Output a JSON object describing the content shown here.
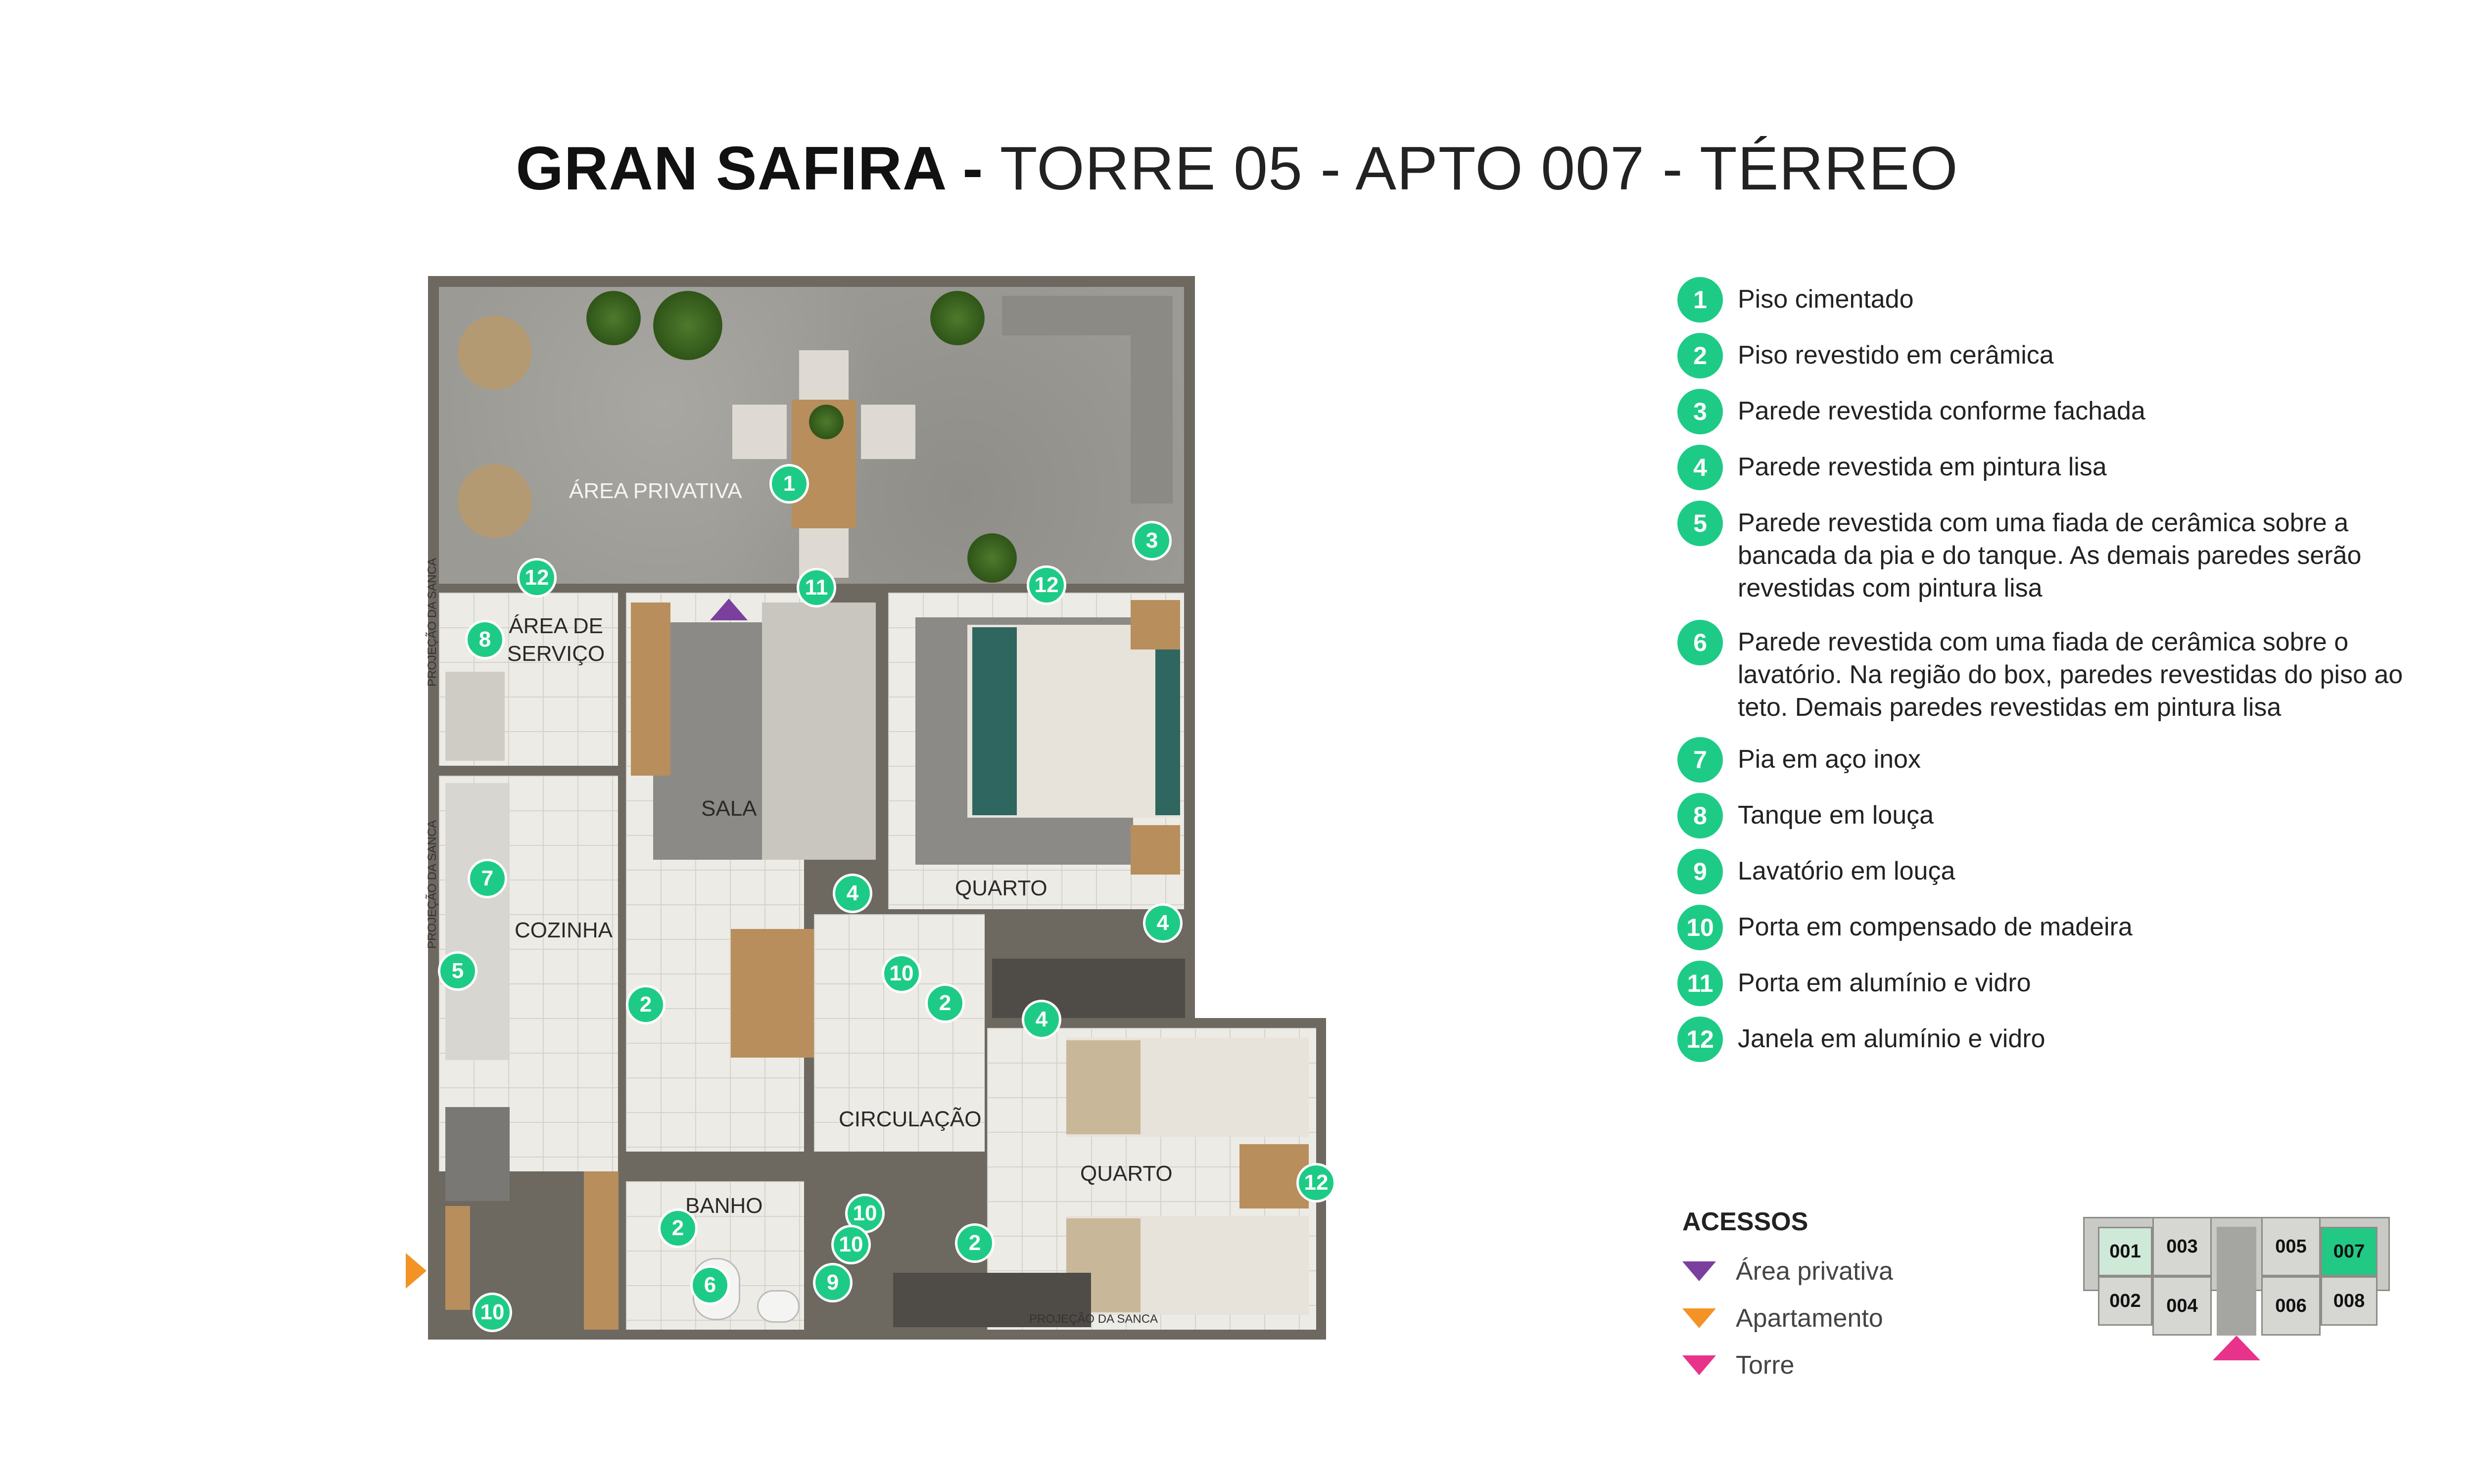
{
  "title": {
    "bold": "GRAN SAFIRA -",
    "light": " TORRE 05 - APTO 007 - TÉRREO"
  },
  "rooms": {
    "area_privativa": "ÁREA PRIVATIVA",
    "area_servico": "ÁREA DE\nSERVIÇO",
    "sala": "SALA",
    "quarto_1": "QUARTO",
    "cozinha": "COZINHA",
    "circulacao": "CIRCULAÇÃO",
    "quarto_2": "QUARTO",
    "banho": "BANHO",
    "projecao_1": "PROJEÇÃO DA SANCA",
    "projecao_2": "PROJEÇÃO DA SANCA",
    "projecao_3": "PROJEÇÃO DA SANCA"
  },
  "markers": {
    "m1": "1",
    "m3": "3",
    "m12a": "12",
    "m11": "11",
    "m12b": "12",
    "m8": "8",
    "m4a": "4",
    "m4b": "4",
    "m7": "7",
    "m5": "5",
    "m2a": "2",
    "m10a": "10",
    "m2b": "2",
    "m4c": "4",
    "m12c": "12",
    "m2c": "2",
    "m10b": "10",
    "m10c": "10",
    "m2d": "2",
    "m6": "6",
    "m9": "9",
    "m10d": "10"
  },
  "legend": [
    {
      "num": "1",
      "text": "Piso cimentado"
    },
    {
      "num": "2",
      "text": "Piso revestido em cerâmica"
    },
    {
      "num": "3",
      "text": "Parede revestida conforme fachada"
    },
    {
      "num": "4",
      "text": "Parede revestida em pintura lisa"
    },
    {
      "num": "5",
      "text": "Parede revestida com uma fiada de cerâmica sobre a bancada da pia e do tanque. As demais paredes serão revestidas com pintura lisa"
    },
    {
      "num": "6",
      "text": "Parede revestida com uma fiada de cerâmica sobre o lavatório. Na região do box, paredes revestidas do piso ao teto. Demais paredes revestidas em pintura lisa"
    },
    {
      "num": "7",
      "text": "Pia em aço inox"
    },
    {
      "num": "8",
      "text": "Tanque em louça"
    },
    {
      "num": "9",
      "text": "Lavatório em louça"
    },
    {
      "num": "10",
      "text": "Porta em compensado de madeira"
    },
    {
      "num": "11",
      "text": "Porta em alumínio e vidro"
    },
    {
      "num": "12",
      "text": "Janela em alumínio e vidro"
    }
  ],
  "access": {
    "title": "ACESSOS",
    "items": [
      {
        "label": "Área privativa",
        "color": "#7b3f9e"
      },
      {
        "label": "Apartamento",
        "color": "#f39325"
      },
      {
        "label": "Torre",
        "color": "#e8338a"
      }
    ]
  },
  "keyplan": {
    "units": [
      "001",
      "002",
      "003",
      "004",
      "005",
      "006",
      "007",
      "008"
    ],
    "highlight": "007",
    "highlight_color": "#22c984"
  }
}
